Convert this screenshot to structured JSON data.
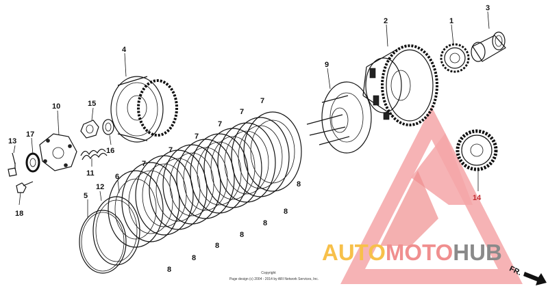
{
  "diagram": {
    "labels": {
      "p1": "1",
      "p2": "2",
      "p3": "3",
      "p4": "4",
      "p5": "5",
      "p6": "6",
      "p7a": "7",
      "p7b": "7",
      "p7c": "7",
      "p7d": "7",
      "p7e": "7",
      "p7f": "7",
      "p8a": "8",
      "p8b": "8",
      "p8c": "8",
      "p8d": "8",
      "p8e": "8",
      "p8f": "8",
      "p8g": "8",
      "p9": "9",
      "p10": "10",
      "p11": "11",
      "p12": "12",
      "p13": "13",
      "p14": "14",
      "p15": "15",
      "p16": "16",
      "p17": "17",
      "p18": "18"
    },
    "copyright_title": "Copyright",
    "copyright_line": "Page design (c) 2004 - 2014 by ARI Network Services, Inc.",
    "direction_label": "FR.",
    "accent_color": "#e8292f",
    "accent_light": "#f4a6a8"
  },
  "watermark": {
    "word_auto": "AUTO",
    "word_moto": "MOTO",
    "word_hub": "HUB",
    "color_auto": "#f7c04a",
    "color_moto": "#f08f8f",
    "color_hub": "#8a8a8a"
  }
}
